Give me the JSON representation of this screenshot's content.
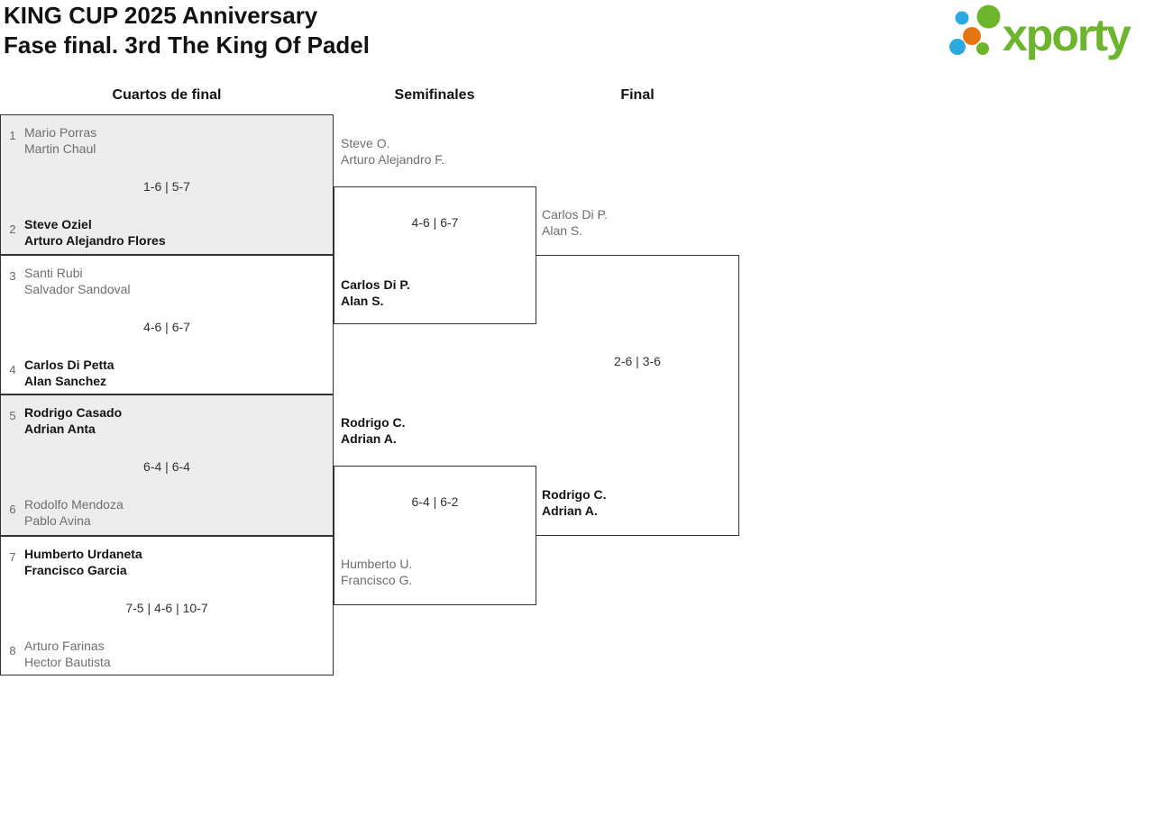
{
  "header": {
    "title_line1": "KING CUP 2025 Anniversary",
    "title_line2": "Fase final. 3rd The King Of Padel"
  },
  "logo": {
    "wordmark": "xporty",
    "green": "#6CB52D",
    "blue": "#2BA9E0",
    "orange": "#E87511"
  },
  "columns": {
    "quarterfinals": "Cuartos de final",
    "semifinals": "Semifinales",
    "final": "Final"
  },
  "bracket": {
    "quarterfinals": [
      {
        "seed_top": "1",
        "team_top": [
          "Mario Porras",
          "Martin Chaul"
        ],
        "top_winner": false,
        "score": "1-6 | 5-7",
        "seed_bottom": "2",
        "team_bottom": [
          "Steve Oziel",
          "Arturo Alejandro Flores"
        ],
        "bottom_winner": true
      },
      {
        "seed_top": "3",
        "team_top": [
          "Santi Rubi",
          "Salvador Sandoval"
        ],
        "top_winner": false,
        "score": "4-6 | 6-7",
        "seed_bottom": "4",
        "team_bottom": [
          "Carlos Di Petta",
          "Alan Sanchez"
        ],
        "bottom_winner": true
      },
      {
        "seed_top": "5",
        "team_top": [
          "Rodrigo Casado",
          "Adrian Anta"
        ],
        "top_winner": true,
        "score": "6-4 | 6-4",
        "seed_bottom": "6",
        "team_bottom": [
          "Rodolfo Mendoza",
          "Pablo Avina"
        ],
        "bottom_winner": false
      },
      {
        "seed_top": "7",
        "team_top": [
          "Humberto Urdaneta",
          "Francisco Garcia"
        ],
        "top_winner": true,
        "score": "7-5 | 4-6 | 10-7",
        "seed_bottom": "8",
        "team_bottom": [
          "Arturo Farinas",
          "Hector Bautista"
        ],
        "bottom_winner": false
      }
    ],
    "semifinals": [
      {
        "team_top": [
          "Steve O.",
          "Arturo Alejandro F."
        ],
        "top_winner": false,
        "score": "4-6 | 6-7",
        "team_bottom": [
          "Carlos Di P.",
          "Alan S."
        ],
        "bottom_winner": true
      },
      {
        "team_top": [
          "Rodrigo C.",
          "Adrian A."
        ],
        "top_winner": true,
        "score": "6-4 | 6-2",
        "team_bottom": [
          "Humberto U.",
          "Francisco G."
        ],
        "bottom_winner": false
      }
    ],
    "final": {
      "team_top": [
        "Carlos Di P.",
        "Alan S."
      ],
      "top_winner": false,
      "score": "2-6 | 3-6",
      "team_bottom": [
        "Rodrigo C.",
        "Adrian A."
      ],
      "bottom_winner": true
    }
  }
}
